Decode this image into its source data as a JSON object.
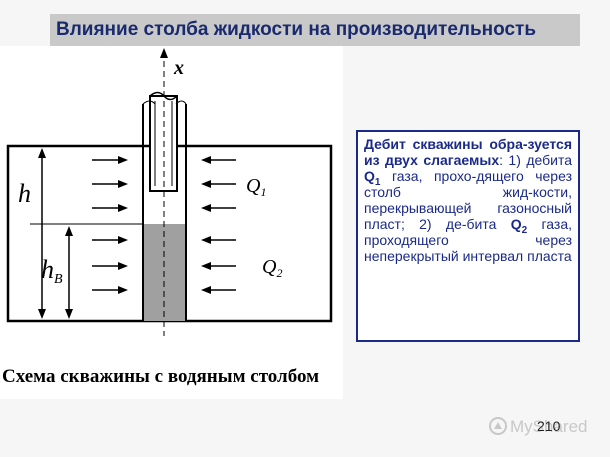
{
  "title": "Влияние столба жидкости на производительность",
  "diagram": {
    "labels": {
      "axis_x": "x",
      "h": "h",
      "h_b_main": "h",
      "h_b_sub": "B",
      "q1_main": "Q",
      "q1_sub": "1",
      "q2_main": "Q",
      "q2_sub": "2"
    },
    "caption": "Схема скважины с водяным столбом"
  },
  "info": {
    "p1_bold": "Дебит скважины обра-зуется из двух слагаемых",
    "p1_rest": ": 1) дебита ",
    "q1": "Q",
    "q1_sub": "1",
    "p2": " газа, прохо-дящего через столб жид-кости, перекрывающей газоносный пласт; 2) де-бита ",
    "q2": "Q",
    "q2_sub": "2",
    "p3": " газа, проходящего через неперекрытый интервал пласта"
  },
  "watermark": "MyShared",
  "page_number": "210",
  "colors": {
    "title_bg": "#c9c9c9",
    "title_text": "#1a2a6e",
    "box_border": "#1b2a8a",
    "box_text": "#1b2a8a",
    "water_column": "#a0a0a0"
  }
}
